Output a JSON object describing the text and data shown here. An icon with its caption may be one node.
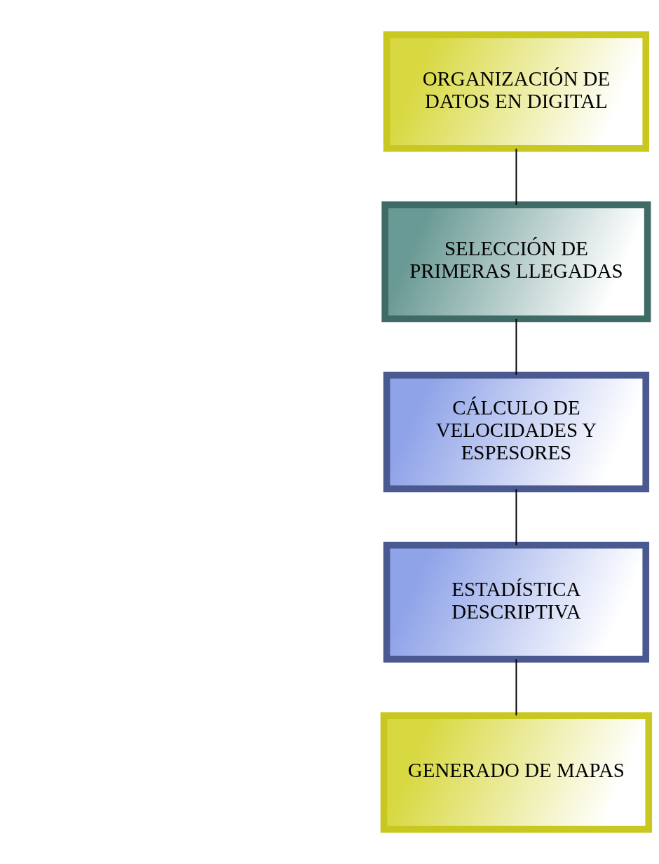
{
  "diagram": {
    "nodes": [
      {
        "text": [
          "ORGANIZACIÓN DE DATOS EN DIGITAL"
        ]
      },
      {
        "text": [
          "SELECCIÓN DE PRIMERAS LLEGADAS"
        ]
      },
      {
        "text": [
          "CÁLCULO DE VELOCIDADES Y ESPESORES"
        ]
      },
      {
        "text": [
          "ESTADÍSTICA DESCRIPTIVA"
        ]
      },
      {
        "text": [
          "GENERADO DE MAPAS"
        ]
      }
    ],
    "edges": [
      {
        "from": 0,
        "to": 1,
        "arrow": "none"
      },
      {
        "from": 1,
        "to": 2,
        "arrow": "none"
      },
      {
        "from": 2,
        "to": 3,
        "arrow": "none"
      },
      {
        "from": 3,
        "to": 4,
        "arrow": "none"
      }
    ]
  }
}
